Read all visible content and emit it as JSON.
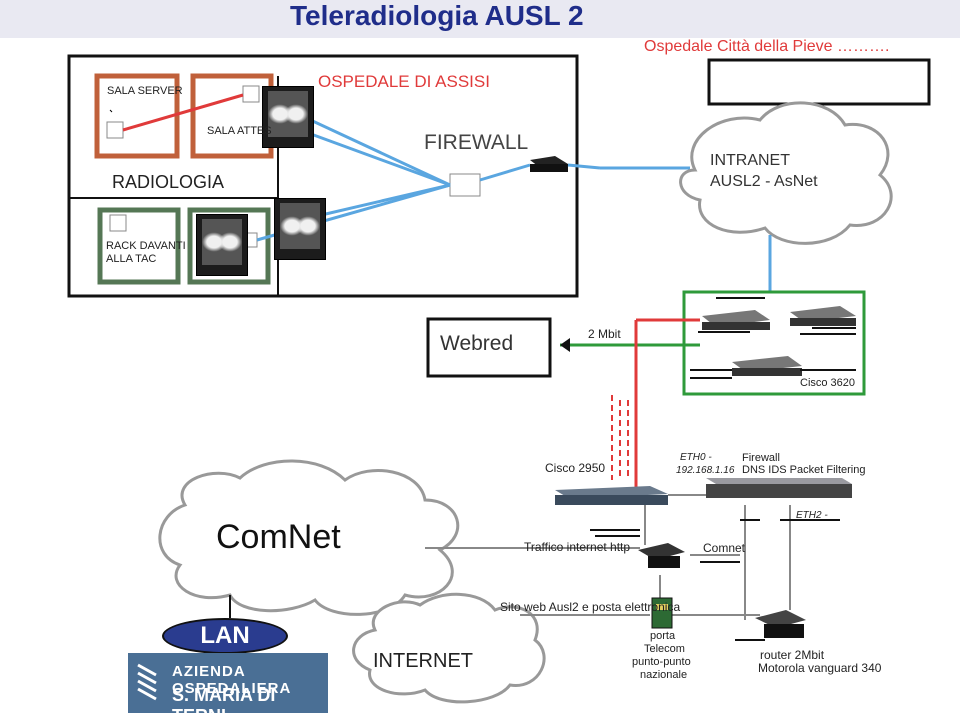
{
  "title": "Teleradiologia AUSL 2",
  "hospital_top_right": "Ospedale Città della Pieve ……….",
  "assisi": {
    "label": "OSPEDALE DI ASSISI",
    "sala_server": "SALA SERVER",
    "sala_attesa": "SALA ATTES",
    "radiologia": "RADIOLOGIA",
    "rack": "RACK DAVANTI\nALLA TAC",
    "firewall": "FIREWALL"
  },
  "intranet": {
    "line1": "INTRANET",
    "line2": "AUSL2 - AsNet"
  },
  "webred": "Webred",
  "link_speed": "2 Mbit",
  "cisco3620": "Cisco 3620",
  "cisco2950": "Cisco 2950",
  "eth0": {
    "line1": "ETH0  -",
    "line2": "192.168.1.16"
  },
  "firewall_box": {
    "line1": "Firewall",
    "line2": "DNS    IDS Packet Filtering"
  },
  "eth2": "ETH2  -",
  "comnet_cloud": "ComNet",
  "traffico": "Traffico internet http",
  "comnet_label": "Comnet",
  "sito_web": "Sito web Ausl2 e posta elettronica",
  "lan": "LAN",
  "internet": "INTERNET",
  "porta": {
    "line1": "porta",
    "line2": "Telecom",
    "line3": "punto-punto",
    "line4": "nazionale"
  },
  "router": {
    "line1": "router 2Mbit",
    "line2": "Motorola vanguard 340"
  },
  "logo": {
    "line1": "AZIENDA OSPEDALIERA",
    "line2": "S. MARIA DI TERNI"
  },
  "colors": {
    "title": "#1f2d8a",
    "accent_red": "#e03a3a",
    "link_blue": "#5aa6e0",
    "cisco_green": "#2e9a3a",
    "logo_bg": "#4a6f95"
  }
}
